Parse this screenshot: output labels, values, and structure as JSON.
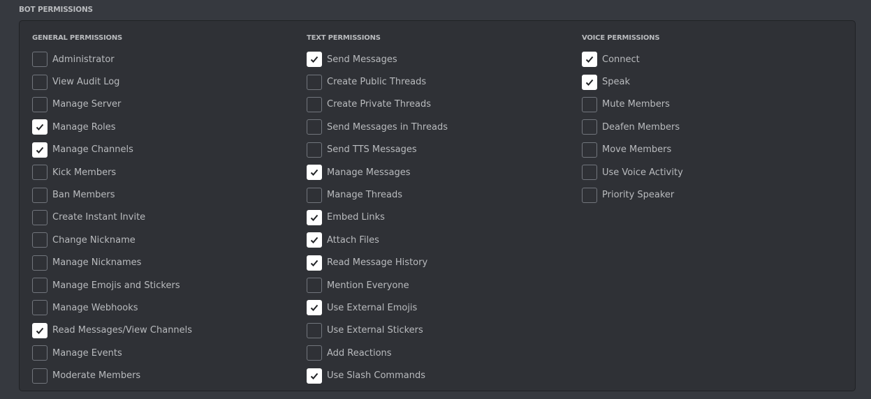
{
  "title": "BOT PERMISSIONS",
  "columns": [
    {
      "heading": "GENERAL PERMISSIONS",
      "items": [
        {
          "label": "Administrator",
          "checked": false
        },
        {
          "label": "View Audit Log",
          "checked": false
        },
        {
          "label": "Manage Server",
          "checked": false
        },
        {
          "label": "Manage Roles",
          "checked": true
        },
        {
          "label": "Manage Channels",
          "checked": true
        },
        {
          "label": "Kick Members",
          "checked": false
        },
        {
          "label": "Ban Members",
          "checked": false
        },
        {
          "label": "Create Instant Invite",
          "checked": false
        },
        {
          "label": "Change Nickname",
          "checked": false
        },
        {
          "label": "Manage Nicknames",
          "checked": false
        },
        {
          "label": "Manage Emojis and Stickers",
          "checked": false
        },
        {
          "label": "Manage Webhooks",
          "checked": false
        },
        {
          "label": "Read Messages/View Channels",
          "checked": true
        },
        {
          "label": "Manage Events",
          "checked": false
        },
        {
          "label": "Moderate Members",
          "checked": false
        }
      ]
    },
    {
      "heading": "TEXT PERMISSIONS",
      "items": [
        {
          "label": "Send Messages",
          "checked": true
        },
        {
          "label": "Create Public Threads",
          "checked": false
        },
        {
          "label": "Create Private Threads",
          "checked": false
        },
        {
          "label": "Send Messages in Threads",
          "checked": false
        },
        {
          "label": "Send TTS Messages",
          "checked": false
        },
        {
          "label": "Manage Messages",
          "checked": true
        },
        {
          "label": "Manage Threads",
          "checked": false
        },
        {
          "label": "Embed Links",
          "checked": true
        },
        {
          "label": "Attach Files",
          "checked": true
        },
        {
          "label": "Read Message History",
          "checked": true
        },
        {
          "label": "Mention Everyone",
          "checked": false
        },
        {
          "label": "Use External Emojis",
          "checked": true
        },
        {
          "label": "Use External Stickers",
          "checked": false
        },
        {
          "label": "Add Reactions",
          "checked": false
        },
        {
          "label": "Use Slash Commands",
          "checked": true
        }
      ]
    },
    {
      "heading": "VOICE PERMISSIONS",
      "items": [
        {
          "label": "Connect",
          "checked": true
        },
        {
          "label": "Speak",
          "checked": true
        },
        {
          "label": "Mute Members",
          "checked": false
        },
        {
          "label": "Deafen Members",
          "checked": false
        },
        {
          "label": "Move Members",
          "checked": false
        },
        {
          "label": "Use Voice Activity",
          "checked": false
        },
        {
          "label": "Priority Speaker",
          "checked": false
        }
      ]
    }
  ]
}
